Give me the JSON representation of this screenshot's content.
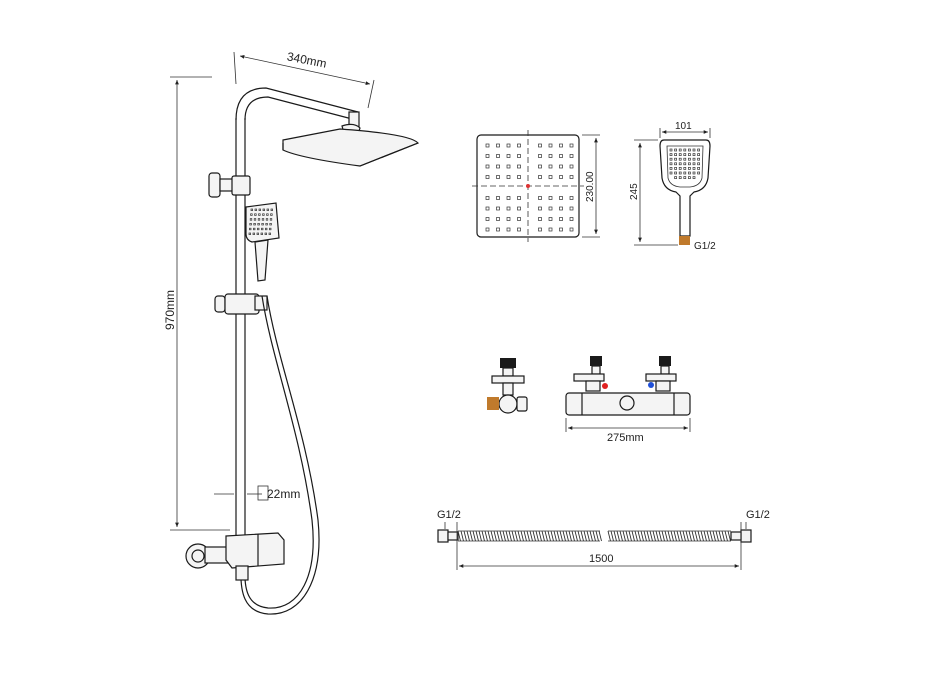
{
  "labels": {
    "arm_width": "340mm",
    "total_height": "970mm",
    "pipe_diameter": "22mm",
    "head_size": "230.00",
    "hand_width": "101",
    "hand_height": "245",
    "hand_thread": "G1/2",
    "valve_width": "275mm",
    "hose_thread_left": "G1/2",
    "hose_thread_right": "G1/2",
    "hose_length": "1500"
  },
  "colors": {
    "hot": "#e02020",
    "cold": "#1f4fd8",
    "brass": "#c07a2c",
    "line": "#1a1a1a"
  }
}
